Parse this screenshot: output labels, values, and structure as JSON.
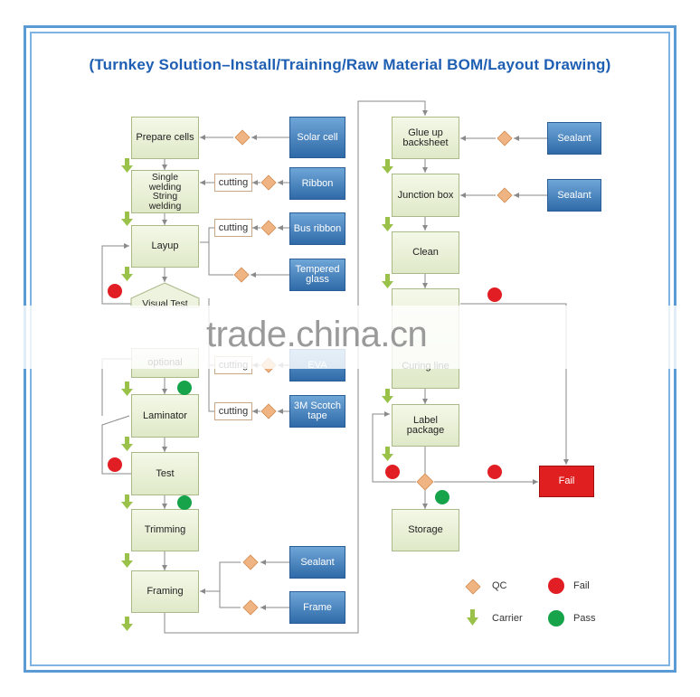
{
  "title": "(Turnkey Solution–Install/Training/Raw Material BOM/Layout Drawing)",
  "watermark": "trade.china.cn",
  "steps": {
    "prepare_cells": "Prepare cells",
    "string_welding": "Single\nwelding\nString\nwelding",
    "layup": "Layup",
    "visual_test": "Visual Test",
    "optional": "optional",
    "laminator": "Laminator",
    "test": "Test",
    "trimming": "Trimming",
    "framing": "Framing",
    "glue_backsheet": "Glue up\nbacksheet",
    "junction_box": "Junction box",
    "clean": "Clean",
    "curing_line": "Curing line",
    "label_package": "Label\npackage",
    "storage": "Storage",
    "fail": "Fail"
  },
  "materials": {
    "solar_cell": "Solar cell",
    "ribbon": "Ribbon",
    "bus_ribbon": "Bus ribbon",
    "tempered_glass": "Tempered\nglass",
    "eva": "EVA",
    "scotch_tape": "3M Scotch\ntape",
    "sealant_frame": "Sealant",
    "frame": "Frame",
    "sealant_backsheet": "Sealant",
    "sealant_jbox": "Sealant"
  },
  "cutting_label": "cutting",
  "legend": {
    "qc": "QC",
    "fail": "Fail",
    "carrier": "Carrier",
    "pass": "Pass"
  },
  "colors": {
    "process_box": "#e6eed3",
    "material_box": "#3f7dbd",
    "qc_diamond": "#f0b482",
    "fail_dot": "#e01e24",
    "pass_dot": "#16a34a",
    "carrier_arrow": "#9ac24a",
    "title": "#1e5fb3",
    "frame": "#5a9bd5"
  }
}
